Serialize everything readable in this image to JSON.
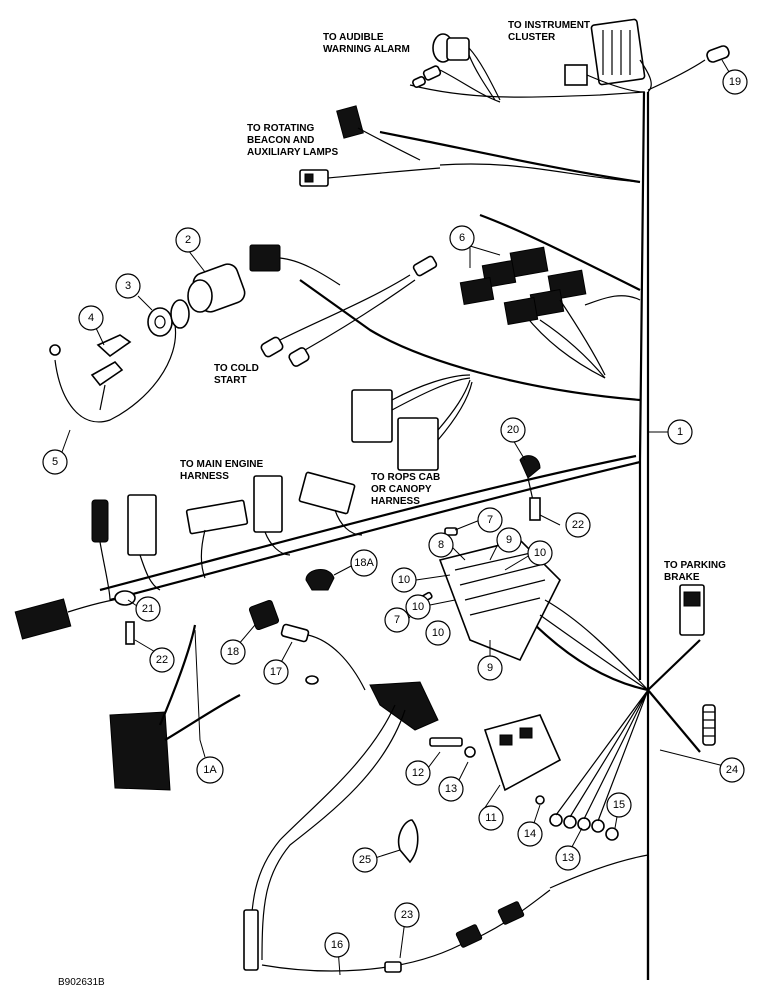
{
  "labels": {
    "audible_alarm": [
      "TO AUDIBLE",
      "WARNING ALARM"
    ],
    "instrument_cluster": [
      "TO INSTRUMENT",
      "CLUSTER"
    ],
    "rotating_beacon": [
      "TO ROTATING",
      "BEACON AND",
      "AUXILIARY LAMPS"
    ],
    "cold_start": [
      "TO COLD",
      "START"
    ],
    "main_engine": [
      "TO MAIN ENGINE",
      "HARNESS"
    ],
    "rops": [
      "TO ROPS CAB",
      "OR CANOPY",
      "HARNESS"
    ],
    "parking_brake": [
      "TO PARKING",
      "BRAKE"
    ]
  },
  "callouts": [
    "1",
    "2",
    "3",
    "4",
    "5",
    "6",
    "7",
    "7",
    "8",
    "9",
    "9",
    "10",
    "10",
    "10",
    "10",
    "11",
    "12",
    "13",
    "13",
    "14",
    "15",
    "16",
    "17",
    "18",
    "18A",
    "19",
    "20",
    "21",
    "22",
    "22",
    "23",
    "24",
    "25",
    "1A"
  ],
  "figure_code": "B902631B"
}
